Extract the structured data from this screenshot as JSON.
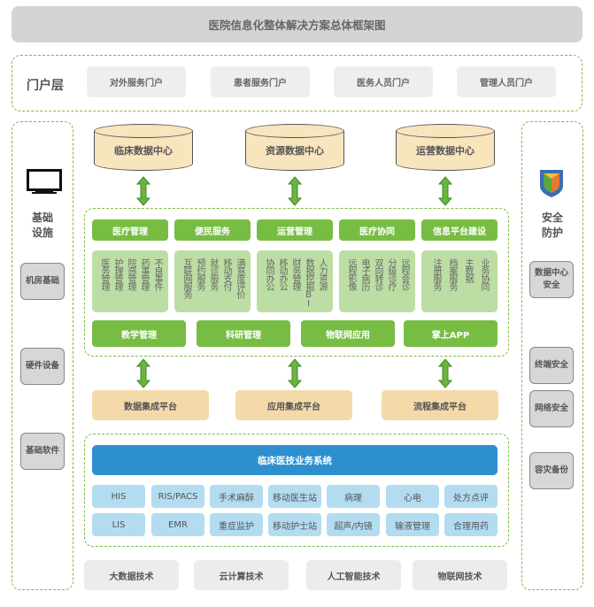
{
  "title": "医院信息化整体解决方案总体框架图",
  "portal": {
    "label": "门户层",
    "items": [
      "对外服务门户",
      "患者服务门户",
      "医务人员门户",
      "管理人员门户"
    ]
  },
  "infrastructure": {
    "icon": "monitor-icon",
    "title_line1": "基础",
    "title_line2": "设施",
    "items": [
      "机房基础",
      "硬件设备",
      "基础软件"
    ]
  },
  "security": {
    "icon": "shield-icon",
    "title_line1": "安全",
    "title_line2": "防护",
    "items": [
      "数据中心安全",
      "终端安全",
      "网络安全",
      "容灾备份"
    ]
  },
  "data_centers": [
    "临床数据中心",
    "资源数据中心",
    "运营数据中心"
  ],
  "applications": {
    "modules": [
      {
        "title": "医疗管理",
        "items": [
          "医务管理",
          "护理管理",
          "院感管理",
          "药事管理",
          "不良事件"
        ]
      },
      {
        "title": "便民服务",
        "items": [
          "互联网服务",
          "预约服务",
          "就诊服务",
          "移动支付",
          "满意度评价"
        ]
      },
      {
        "title": "运营管理",
        "items": [
          "协同办公",
          "移动办公",
          "财务管理",
          "数据挖掘BI",
          "人力资源"
        ]
      },
      {
        "title": "医疗协同",
        "items": [
          "远程影像",
          "电子病历",
          "双向转诊",
          "分级诊疗",
          "远程会诊"
        ]
      },
      {
        "title": "信息平台建设",
        "items": [
          "注册服务",
          "档案服务",
          "主数据",
          "业务协同"
        ]
      }
    ],
    "row2": [
      "教学管理",
      "科研管理",
      "物联网应用",
      "掌上APP"
    ]
  },
  "integration": [
    "数据集成平台",
    "应用集成平台",
    "流程集成平台"
  ],
  "clinical": {
    "title": "临床医技业务系统",
    "row1": [
      "HIS",
      "RIS/PACS",
      "手术麻醉",
      "移动医生站",
      "病理",
      "心电",
      "处方点评"
    ],
    "row2": [
      "LIS",
      "EMR",
      "重症监护",
      "移动护士站",
      "超声/内镜",
      "输液管理",
      "合理用药"
    ]
  },
  "technologies": [
    "大数据技术",
    "云计算技术",
    "人工智能技术",
    "物联网技术"
  ],
  "colors": {
    "green": "#77bd43",
    "light_green": "#bcdda3",
    "blue": "#2e8fce",
    "light_blue": "#b3dcf1",
    "beige": "#f8e4bd",
    "tan": "#f4d9a9",
    "gray": "#d4d4d6",
    "dashed_border": "#7dbb45"
  }
}
